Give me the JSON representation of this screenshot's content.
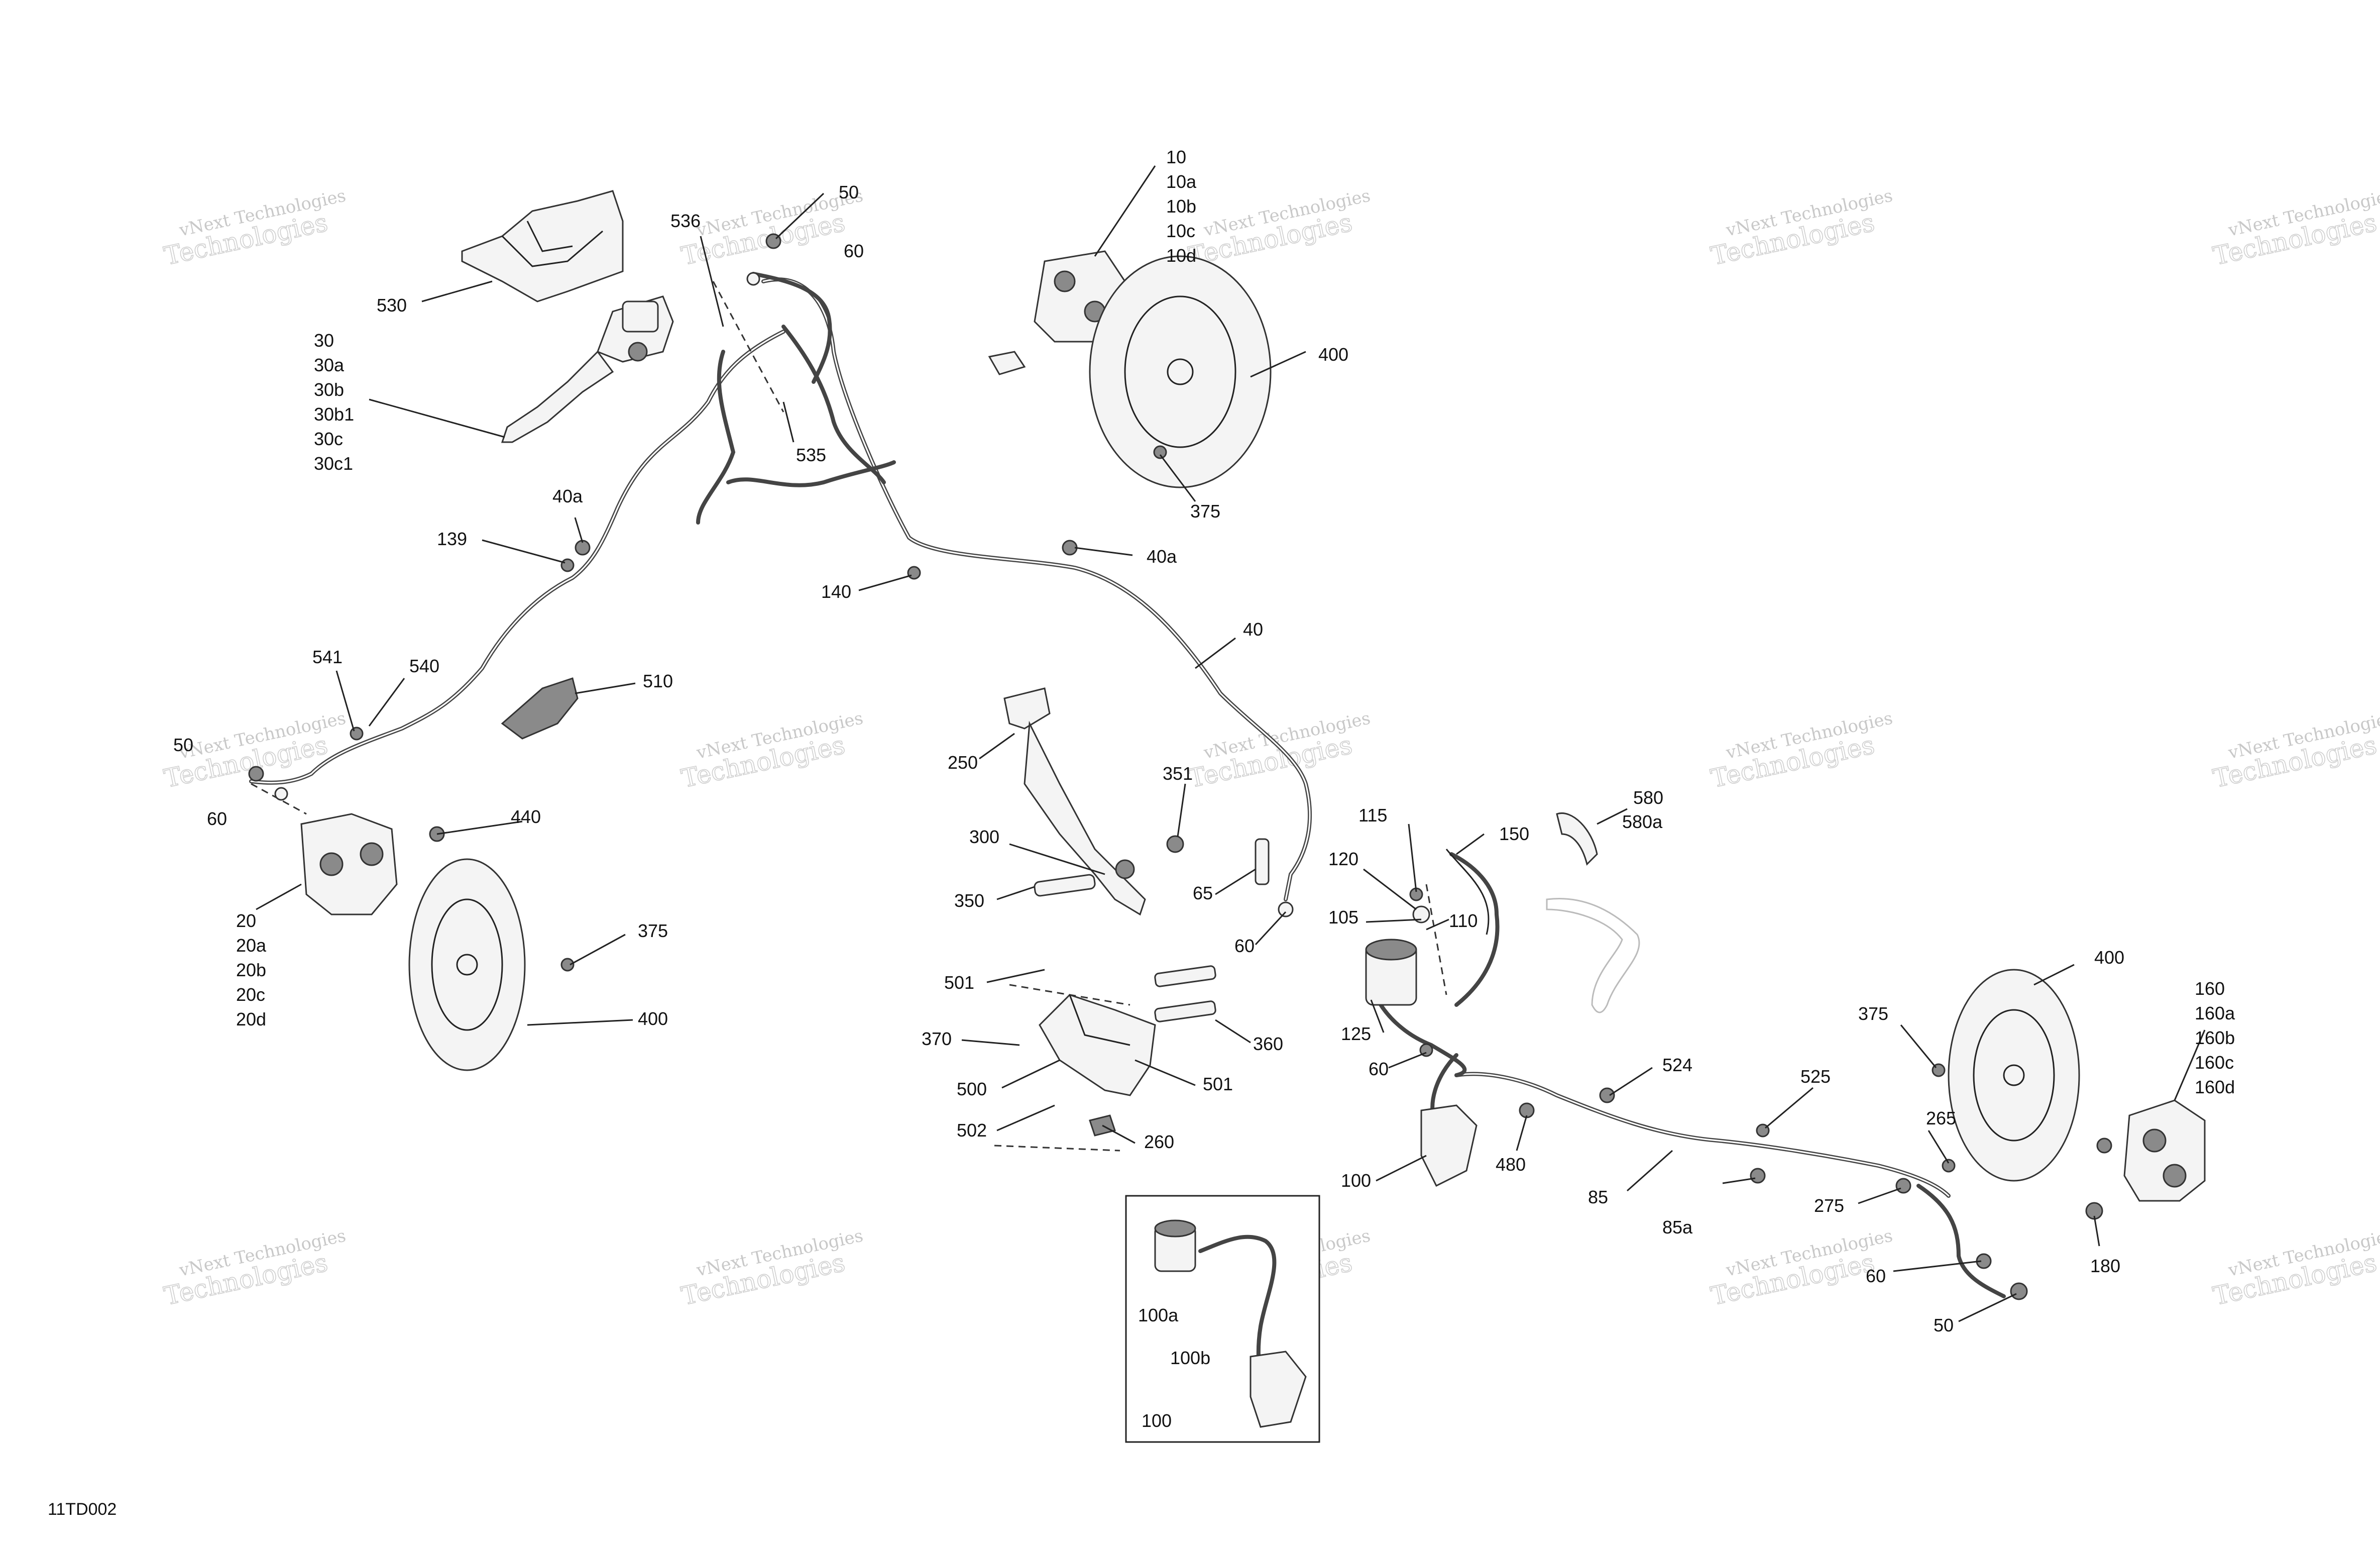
{
  "diagram_code": "11TD002",
  "watermark": {
    "line1": "vNext Technologies",
    "line2": "Technologies",
    "top": "vNext"
  },
  "labels": {
    "l10": "10",
    "l10a": "10a",
    "l10b": "10b",
    "l10c": "10c",
    "l10d": "10d",
    "l50a": "50",
    "l60a": "60",
    "l536": "536",
    "l530": "530",
    "l30": "30",
    "l30a": "30a",
    "l30b": "30b",
    "l30b1": "30b1",
    "l30c": "30c",
    "l30c1": "30c1",
    "l535": "535",
    "l40a1": "40a",
    "l139": "139",
    "l140": "140",
    "l40a2": "40a",
    "l40": "40",
    "l400a": "400",
    "l375a": "375",
    "l541": "541",
    "l540": "540",
    "l510": "510",
    "l50b": "50",
    "l60b": "60",
    "l440": "440",
    "l20": "20",
    "l20a": "20a",
    "l20b": "20b",
    "l20c": "20c",
    "l20d": "20d",
    "l375b": "375",
    "l400b": "400",
    "l250": "250",
    "l351": "351",
    "l300": "300",
    "l350": "350",
    "l65": "65",
    "l60c": "60",
    "l501a": "501",
    "l370": "370",
    "l500": "500",
    "l502": "502",
    "l260": "260",
    "l360": "360",
    "l501b": "501",
    "l115": "115",
    "l150": "150",
    "l120": "120",
    "l105": "105",
    "l110": "110",
    "l125": "125",
    "l60d": "60",
    "l580": "580",
    "l580a": "580a",
    "l100": "100",
    "l480": "480",
    "l524": "524",
    "l85": "85",
    "l85a": "85a",
    "l525": "525",
    "l375c": "375",
    "l265": "265",
    "l275": "275",
    "l60e": "60",
    "l50c": "50",
    "l400c": "400",
    "l160": "160",
    "l160a": "160a",
    "l160b": "160b",
    "l160c": "160c",
    "l160d": "160d",
    "l180": "180",
    "l100a": "100a",
    "l100b": "100b",
    "l100c": "100"
  }
}
